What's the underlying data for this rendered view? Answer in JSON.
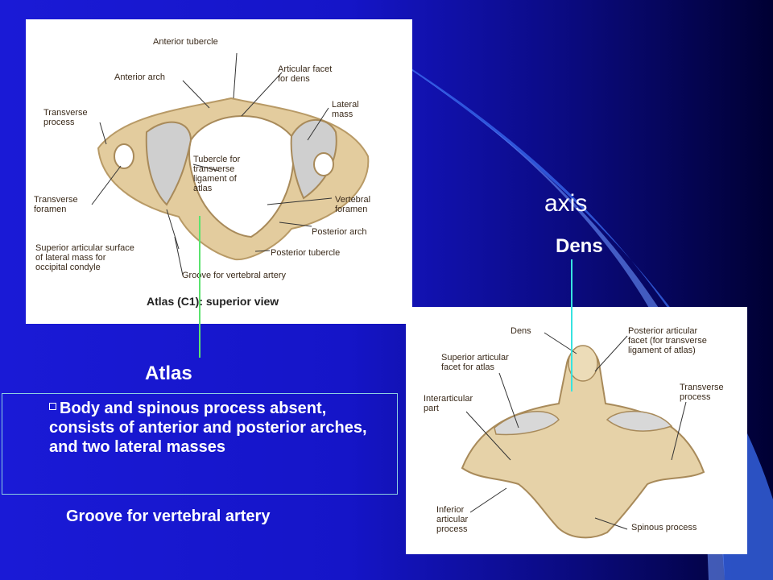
{
  "atlas_figure": {
    "caption": "Atlas (C1): superior view",
    "labels": {
      "anterior_tubercle": "Anterior tubercle",
      "anterior_arch": "Anterior arch",
      "articular_facet": "Articular facet\nfor dens",
      "transverse_process": "Transverse\nprocess",
      "lateral_mass": "Lateral\nmass",
      "tubercle_ligament": "Tubercle for\ntransverse\nligament of\natlas",
      "transverse_foramen": "Transverse\nforamen",
      "vertebral_foramen": "Vertebral\nforamen",
      "posterior_arch": "Posterior arch",
      "superior_articular_surface": "Superior articular surface\nof lateral mass for\noccipital condyle",
      "posterior_tubercle": "Posterior tubercle",
      "groove_vertebral_artery": "Groove for vertebral artery"
    }
  },
  "axis_figure": {
    "labels": {
      "dens": "Dens",
      "posterior_articular_facet": "Posterior articular\nfacet (for transverse\nligament of atlas)",
      "superior_articular_facet": "Superior articular\nfacet for atlas",
      "interarticular_part": "Interarticular\npart",
      "transverse_process": "Transverse\nprocess",
      "inferior_articular_process": "Inferior\narticular\nprocess",
      "spinous_process": "Spinous process"
    }
  },
  "slide": {
    "axis_title": "axis",
    "dens_title": "Dens",
    "atlas_title": "Atlas",
    "description": "Body and spinous process absent, consists of anterior and posterior arches, and two lateral masses",
    "groove_title": "Groove for vertebral artery"
  },
  "colors": {
    "background": "#1515c8",
    "bone": "#e6d2a8",
    "atlas_pointer": "#5be36e",
    "dens_pointer": "#38e3e0"
  }
}
